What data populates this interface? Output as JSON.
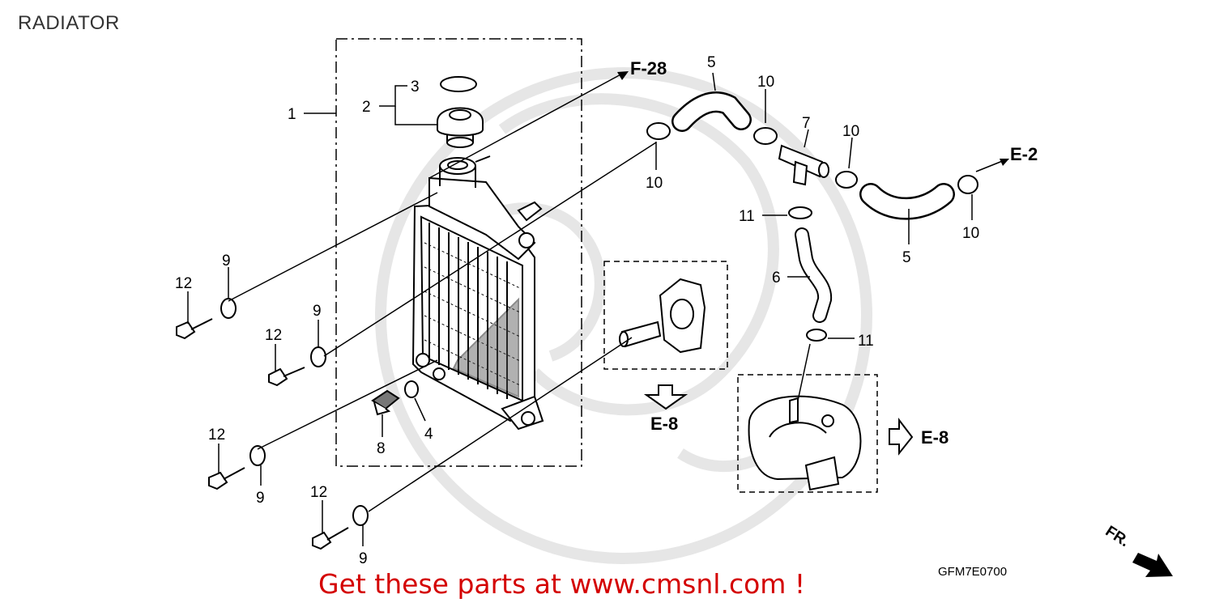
{
  "diagram": {
    "title": "RADIATOR",
    "drawing_code": "GFM7E0700",
    "footer": "Get these parts at www.cmsnl.com !",
    "front_marker": "FR.",
    "references": {
      "f28": "F-28",
      "e2": "E-2",
      "e8_left": "E-8",
      "e8_right": "E-8"
    },
    "callouts": {
      "c1": "1",
      "c2": "2",
      "c3": "3",
      "c4": "4",
      "c5a": "5",
      "c5b": "5",
      "c6": "6",
      "c7": "7",
      "c8": "8",
      "c9a": "9",
      "c9b": "9",
      "c9c": "9",
      "c9d": "9",
      "c10a": "10",
      "c10b": "10",
      "c10c": "10",
      "c10d": "10",
      "c11a": "11",
      "c11b": "11",
      "c12a": "12",
      "c12b": "12",
      "c12c": "12",
      "c12d": "12"
    }
  }
}
